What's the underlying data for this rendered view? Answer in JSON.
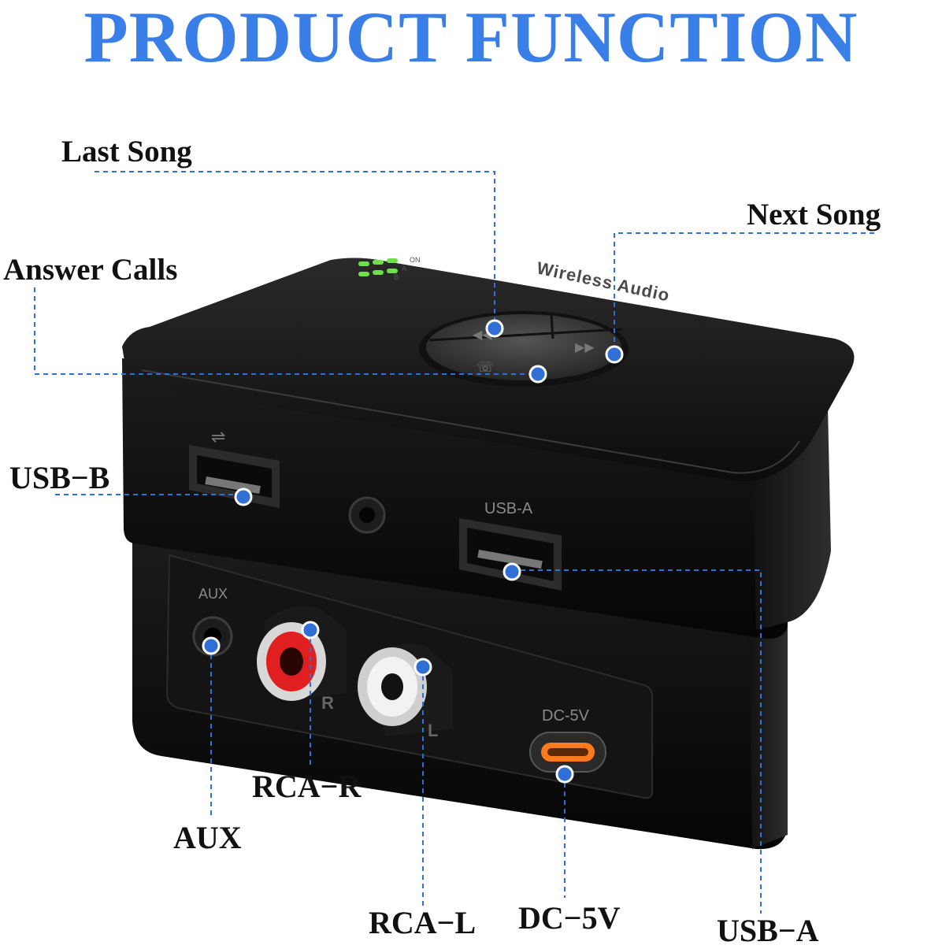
{
  "title": "PRODUCT FUNCTION",
  "colors": {
    "title": "#3a7ee8",
    "callout": "#2f6fd6",
    "device": "#0f0f0f",
    "led": "#6fe04a",
    "rca_right": "#e02020",
    "rca_left": "#f2f2f2",
    "dc_port": "#ff7a1a"
  },
  "callouts": {
    "last_song": "Last Song",
    "next_song": "Next Song",
    "answer_calls": "Answer Calls",
    "usb_b": "USB−B",
    "usb_a": "USB−A",
    "aux": "AUX",
    "rca_r": "RCA−R",
    "rca_l": "RCA−L",
    "dc_5v": "DC−5V"
  },
  "device_text": {
    "brand": "Wireless Audio",
    "usb_a_port": "USB-A",
    "aux_port": "AUX",
    "dc_port": "DC-5V",
    "rca_right_mark": "R",
    "rca_left_mark": "L",
    "led_labels": [
      "ON",
      "A",
      "B"
    ]
  }
}
